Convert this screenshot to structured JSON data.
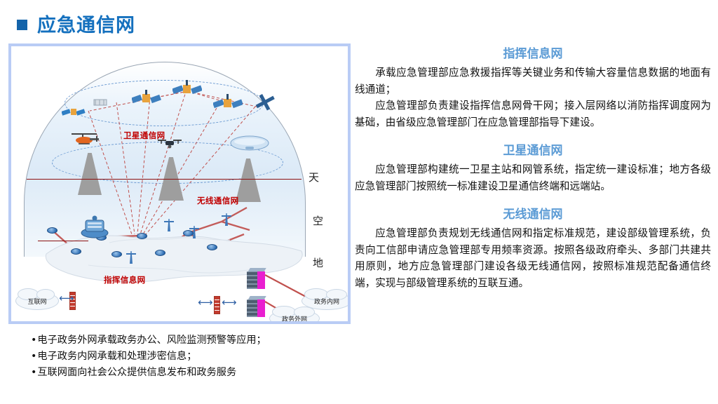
{
  "slide": {
    "title": "应急通信网",
    "bullet_marker_color": "#1464AA",
    "title_color": "#1470BE"
  },
  "diagram": {
    "frame_color": "#B9CCF5",
    "layer_labels": [
      {
        "name": "sky",
        "text": "天"
      },
      {
        "name": "air",
        "text": "空"
      },
      {
        "name": "ground",
        "text": "地"
      }
    ],
    "network_labels": [
      {
        "name": "satellite-network",
        "text": "卫星通信网",
        "color": "#C00000"
      },
      {
        "name": "wireless-network",
        "text": "无线通信网",
        "color": "#C00000"
      },
      {
        "name": "command-info-network",
        "text": "指挥信息网",
        "color": "#C00000"
      }
    ],
    "clouds": [
      {
        "name": "internet-cloud",
        "text": "互联网"
      },
      {
        "name": "gov-intranet-cloud",
        "text": "政务内网"
      },
      {
        "name": "gov-extranet-cloud",
        "text": "政务外网"
      }
    ],
    "icons": [
      "satellite-icon",
      "helicopter-icon",
      "drone-icon",
      "airship-icon",
      "cell-tower-icon",
      "router-icon",
      "server-rack-icon",
      "firewall-icon",
      "coverage-cone-icon",
      "china-map-icon"
    ]
  },
  "bullets": [
    "电子政务外网承载政务办公、风险监测预警等应用；",
    "电子政务内网承载和处理涉密信息；",
    "互联网面向社会公众提供信息发布和政务服务"
  ],
  "sections": [
    {
      "heading": "指挥信息网",
      "paragraphs": [
        "承载应急管理部应急救援指挥等关键业务和传输大容量信息数据的地面有线通道；",
        "应急管理部负责建设指挥信息网骨干网；接入层网络以消防指挥调度网为基础，由省级应急管理部门在应急管理部指导下建设。"
      ]
    },
    {
      "heading": "卫星通信网",
      "paragraphs": [
        "应急管理部构建统一卫星主站和网管系统，指定统一建设标准；地方各级应急管理部门按照统一标准建设卫星通信终端和远端站。"
      ]
    },
    {
      "heading": "无线通信网",
      "paragraphs": [
        "应急管理部负责规划无线通信网和指定标准规范，建设部级管理系统，负责向工信部申请应急管理部专用频率资源。按照各级政府牵头、多部门共建共用原则，地方应急管理部门建设各级无线通信网，按照标准规范配备通信终端，实现与部级管理系统的互联互通。"
      ]
    }
  ],
  "colors": {
    "heading_blue": "#5B9BD5",
    "red_label": "#C00000",
    "link_red": "#C0504D",
    "divider_red": "#8C1111"
  }
}
